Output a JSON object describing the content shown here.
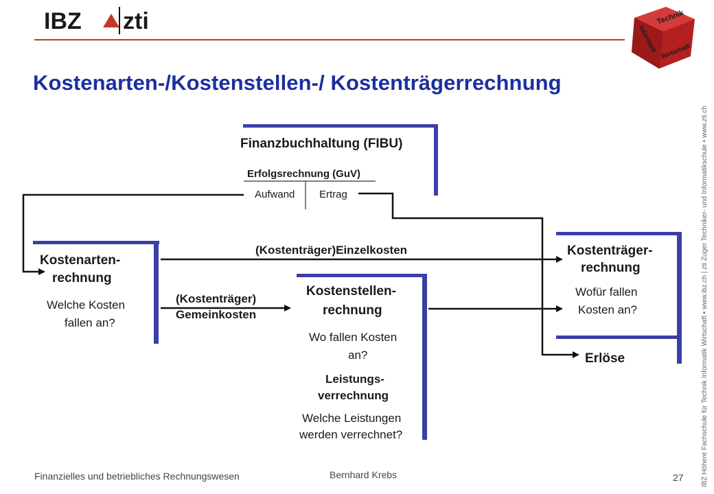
{
  "header": {
    "logo_left": "IBZ",
    "logo_right": "zti",
    "cube_labels": [
      "Technik",
      "Informatik",
      "Wirtschaft"
    ],
    "accent_color": "#c0392b",
    "title": "Kostenarten-/Kostenstellen-/ Kostenträgerrechnung"
  },
  "diagram": {
    "fibu_title": "Finanzbuchhaltung (FIBU)",
    "guv_title": "Erfolgsrechnung (GuV)",
    "guv_left": "Aufwand",
    "guv_right": "Ertrag",
    "kostenarten_title_1": "Kostenarten-",
    "kostenarten_title_2": "rechnung",
    "kostenarten_q1": "Welche Kosten",
    "kostenarten_q2": "fallen an?",
    "einzelkosten_label": "(Kostenträger)Einzelkosten",
    "gemeinkosten_label_1": "(Kostenträger)",
    "gemeinkosten_label_2": "Gemeinkosten",
    "kostenstellen_title_1": "Kostenstellen-",
    "kostenstellen_title_2": "rechnung",
    "kostenstellen_q1": "Wo fallen Kosten",
    "kostenstellen_q2": "an?",
    "leistung_title_1": "Leistungs-",
    "leistung_title_2": "verrechnung",
    "leistung_q1": "Welche Leistungen",
    "leistung_q2": "werden verrechnet?",
    "kostentraeger_title_1": "Kostenträger-",
    "kostentraeger_title_2": "rechnung",
    "kostentraeger_q1": "Wofür fallen",
    "kostentraeger_q2": "Kosten an?",
    "erloese_label": "Erlöse",
    "box_color": "#3a3fa8"
  },
  "sidebar_text": "IBZ Höhere Fachschule für Technik Informatik Wirtschaft  •  www.ibz.ch  |  zti Zuger Techniker- und Informatikschule  •  www.zti.ch",
  "footer": {
    "course": "Finanzielles und betriebliches Rechnungswesen",
    "author": "Bernhard Krebs",
    "page": "27"
  }
}
